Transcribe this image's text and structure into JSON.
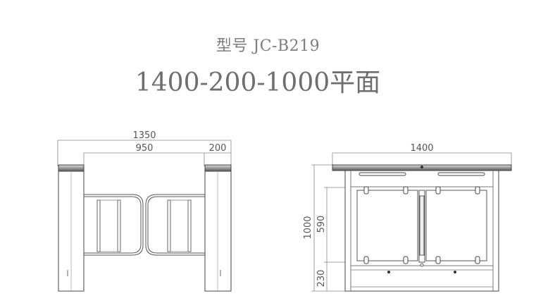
{
  "title": {
    "model": "型号 JC-B219",
    "spec": "1400-200-1000平面"
  },
  "front_view": {
    "dim_overall": "1350",
    "dim_opening": "950",
    "dim_cabinet": "200"
  },
  "side_view": {
    "dim_length": "1400",
    "dim_height": "1000",
    "dim_glass": "590",
    "dim_base": "230"
  }
}
